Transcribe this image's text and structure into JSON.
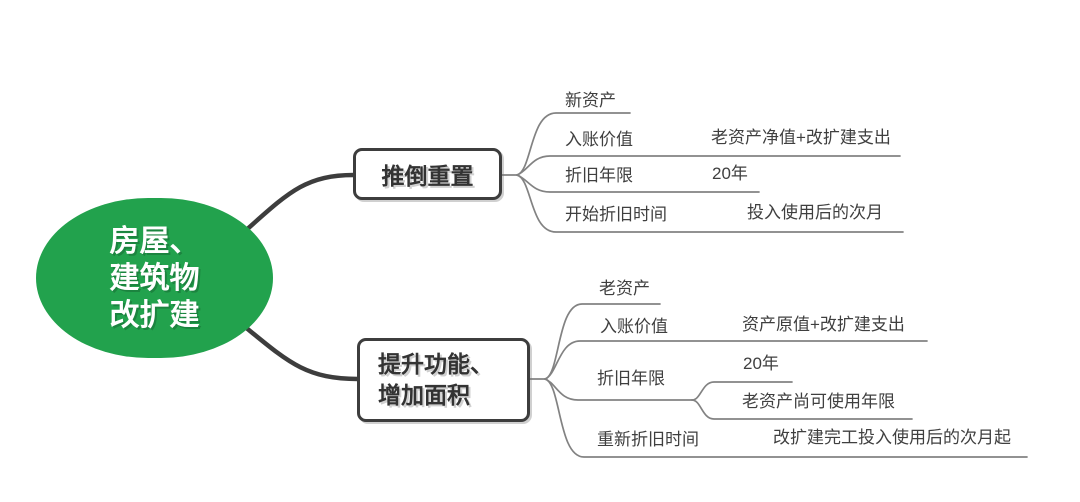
{
  "root_topic": {
    "lines": [
      "房屋、",
      "建筑物",
      "改扩建"
    ],
    "bg_color": "#22a24d",
    "text_color": "#ffffff"
  },
  "branches": [
    {
      "id": "demolish-rebuild",
      "label": "推倒重置",
      "children": [
        {
          "label": "新资产",
          "value": ""
        },
        {
          "label": "入账价值",
          "value": "老资产净值+改扩建支出"
        },
        {
          "label": "折旧年限",
          "value": "20年"
        },
        {
          "label": "开始折旧时间",
          "value": "投入使用后的次月"
        }
      ]
    },
    {
      "id": "improve-expand",
      "label_lines": [
        "提升功能、",
        "增加面积"
      ],
      "children": [
        {
          "label": "老资产",
          "value": ""
        },
        {
          "label": "入账价值",
          "value": "资产原值+改扩建支出"
        },
        {
          "label": "折旧年限",
          "value": "",
          "children": [
            {
              "label": "20年"
            },
            {
              "label": "老资产尚可使用年限"
            }
          ]
        },
        {
          "label": "重新折旧时间",
          "value": "改扩建完工投入使用后的次月起"
        }
      ]
    }
  ],
  "colors": {
    "root_green": "#22a24d",
    "main_branch_line": "#3d3d3d",
    "sub_branch_line": "#828282",
    "node_border": "#3d3d3d",
    "label_text": "#3f3f3f"
  }
}
